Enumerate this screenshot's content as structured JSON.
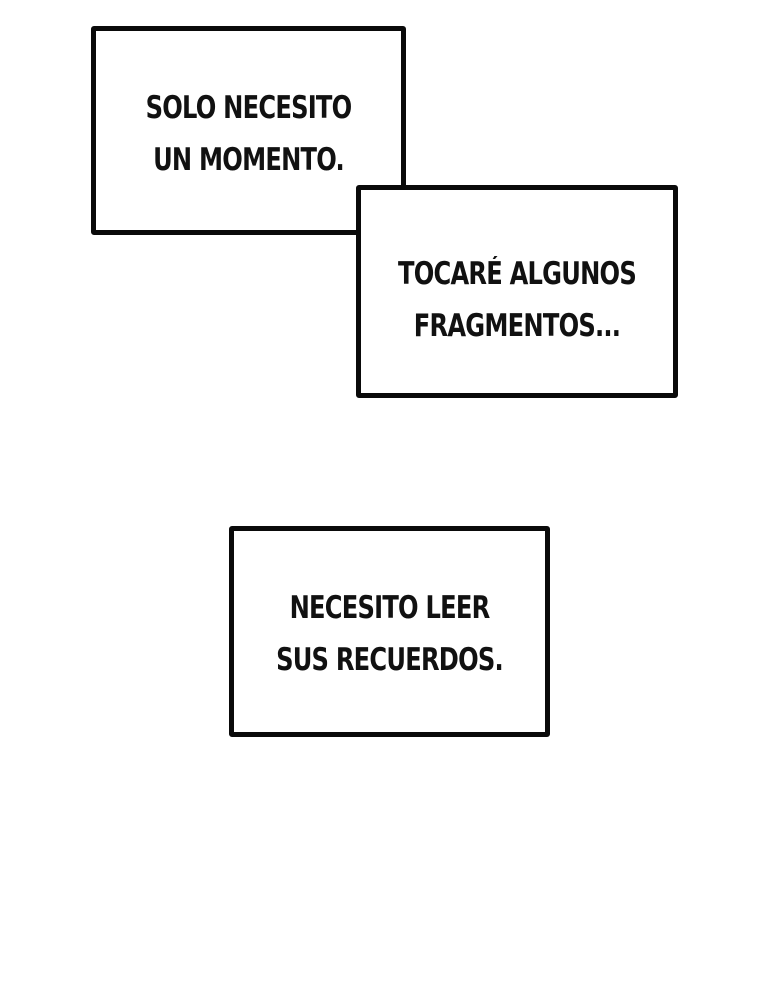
{
  "panels": [
    {
      "id": "caption-1",
      "lines": [
        "SOLO NECESITO",
        "UN MOMENTO."
      ]
    },
    {
      "id": "caption-2",
      "lines": [
        "TOCARÉ ALGUNOS",
        "FRAGMENTOS..."
      ]
    },
    {
      "id": "caption-3",
      "lines": [
        "NECESITO LEER",
        "SUS RECUERDOS."
      ]
    }
  ],
  "colors": {
    "background": "#ffffff",
    "border": "#0a0a0a",
    "text": "#111111"
  }
}
